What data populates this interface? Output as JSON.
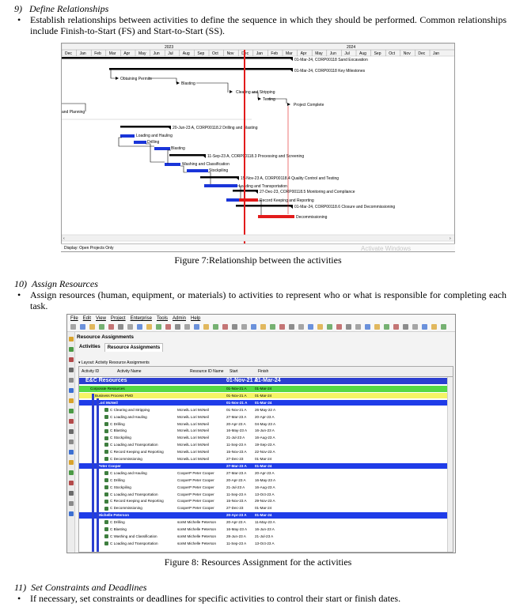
{
  "section9": {
    "title": "9)   Define Relationships",
    "bullet": "Establish relationships between activities to define the sequence in which they should be performed. Common relationships include Finish-to-Start (FS) and Start-to-Start (SS)."
  },
  "gantt": {
    "year_left": "2023",
    "year_right": "2024",
    "months": [
      "Dec",
      "Jan",
      "Feb",
      "Mar",
      "Apr",
      "May",
      "Jun",
      "Jul",
      "Aug",
      "Sep",
      "Oct",
      "Nov",
      "Dec",
      "Jan",
      "Feb",
      "Mar",
      "Apr",
      "May",
      "Jun",
      "Jul",
      "Aug",
      "Sep",
      "Oct",
      "Nov",
      "Dec",
      "Jan"
    ],
    "labels": {
      "sand": "01-Mar-24, CORP00118  Sand Excavation",
      "key": "01-Mar-24, CORP00118  Key Milestones",
      "obtaining": "Obtaining Permits",
      "blasting_top": "Blasting",
      "clearing": "Clearing and Stripping",
      "testing": "Testing",
      "project_complete": "Project Complete",
      "planning": "and Planning",
      "drilling_blasting": "20-Jun-23 A, CORP00118.2  Drilling and Blasting",
      "loading_hauling": "Loading and Hauling",
      "drilling": "Drilling",
      "blasting": "Blasting",
      "processing": "11-Sep-23 A, CORP00118.3  Processing and Screening",
      "washing": "Washing and Classification",
      "stockpiling": "Stockpiling",
      "quality": "15-Nov-23 A, CORP00118.4  Quality Control and Testing",
      "loading_transport": "Loading and Transportation",
      "monitoring": "27-Dec-23, CORP00118.5  Monitoring and Compliance",
      "record": "Record Keeping and Reporting",
      "closure": "01-Mar-24, CORP00118.6  Closure and Decommissioning",
      "decommissioning": "Decommissioning"
    },
    "status": "Display: Open Projects Only",
    "watermark": "Activate Windows"
  },
  "figure7_caption": "Figure 7:Relationship between the activities",
  "section10": {
    "title": "10)  Assign Resources",
    "bullet": "Assign resources (human, equipment, or materials) to activities to represent who or what is responsible for completing each task."
  },
  "p6": {
    "menu": [
      "File",
      "Edit",
      "View",
      "Project",
      "Enterprise",
      "Tools",
      "Admin",
      "Help"
    ],
    "panel_title": "Resource Assignments",
    "tabs": [
      "Activities",
      "Resource Assignments"
    ],
    "layout": "Layout: Activity Resource Assignments",
    "columns": [
      "Activity ID",
      "Activity Name",
      "Resource ID Name",
      "Start",
      "Finish"
    ],
    "rows": [
      {
        "type": "topblue",
        "name": "E&C Resources",
        "start": "01-Nov-21 A",
        "finish": "01-Mar-24"
      },
      {
        "type": "green",
        "name": "Corporate Resources",
        "start": "01-Nov-21 A",
        "finish": "01-Mar-24"
      },
      {
        "type": "yellow",
        "name": "Business Process PMO",
        "start": "01-Nov-21 A",
        "finish": "01-Mar-24"
      },
      {
        "type": "blue",
        "name": "Lori McNeil",
        "start": "01-Nov-21 A",
        "finish": "01-Mar-24"
      },
      {
        "type": "act",
        "name": "C Clearing and Stripping",
        "res": "McneilL Lori McNeil",
        "start": "01-Nov-21 A",
        "finish": "26-May-22 A"
      },
      {
        "type": "act",
        "name": "C Loading and Hauling",
        "res": "McneilL Lori McNeil",
        "start": "27-Mar-23 A",
        "finish": "20-Apr-23 A"
      },
      {
        "type": "act",
        "name": "C Drilling",
        "res": "McneilL Lori McNeil",
        "start": "20-Apr-23 A",
        "finish": "04-May-23 A"
      },
      {
        "type": "act",
        "name": "C Blasting",
        "res": "McneilL Lori McNeil",
        "start": "16-May-23 A",
        "finish": "16-Jun-23 A"
      },
      {
        "type": "act",
        "name": "C Stockpiling",
        "res": "McneilL Lori McNeil",
        "start": "21-Jul-23 A",
        "finish": "16-Aug-23 A"
      },
      {
        "type": "act",
        "name": "C Loading and Transportation",
        "res": "McneilL Lori McNeil",
        "start": "11-Sep-23 A",
        "finish": "19-Sep-23 A"
      },
      {
        "type": "act",
        "name": "C Record Keeping and Reporting",
        "res": "McneilL Lori McNeil",
        "start": "15-Nov-23 A",
        "finish": "22-Nov-23 A"
      },
      {
        "type": "act",
        "name": "C Decommissioning",
        "res": "McneilL Lori McNeil",
        "start": "27-Dec-23",
        "finish": "01-Mar-24"
      },
      {
        "type": "blue",
        "name": "Peter Cooper",
        "start": "27-Mar-23 A",
        "finish": "01-Mar-24"
      },
      {
        "type": "act",
        "name": "C Loading and Hauling",
        "res": "CooperP Peter Cooper",
        "start": "27-Mar-23 A",
        "finish": "20-Apr-23 A"
      },
      {
        "type": "act",
        "name": "C Drilling",
        "res": "CooperP Peter Cooper",
        "start": "20-Apr-23 A",
        "finish": "16-May-23 A"
      },
      {
        "type": "act",
        "name": "C Stockpiling",
        "res": "CooperP Peter Cooper",
        "start": "21-Jul-23 A",
        "finish": "16-Aug-23 A"
      },
      {
        "type": "act",
        "name": "C Loading and Transportation",
        "res": "CooperP Peter Cooper",
        "start": "11-Sep-23 A",
        "finish": "13-Oct-23 A"
      },
      {
        "type": "act",
        "name": "C Record Keeping and Reporting",
        "res": "CooperP Peter Cooper",
        "start": "15-Nov-23 A",
        "finish": "29-Nov-23 A"
      },
      {
        "type": "act",
        "name": "C Decommissioning",
        "res": "CooperP Peter Cooper",
        "start": "27-Dec-23",
        "finish": "01-Mar-24"
      },
      {
        "type": "blue",
        "name": "Michelle Peterson",
        "start": "20-Apr-23 A",
        "finish": "01-Mar-24"
      },
      {
        "type": "act",
        "name": "C Drilling",
        "res": "sonM Michelle Peterson",
        "start": "20-Apr-23 A",
        "finish": "11-May-23 A"
      },
      {
        "type": "act",
        "name": "C Blasting",
        "res": "sonM Michelle Peterson",
        "start": "16-May-23 A",
        "finish": "16-Jun-23 A"
      },
      {
        "type": "act",
        "name": "C Washing and Classification",
        "res": "sonM Michelle Peterson",
        "start": "28-Jun-23 A",
        "finish": "21-Jul-23 A"
      },
      {
        "type": "act",
        "name": "C Loading and Transportation",
        "res": "sonM Michelle Peterson",
        "start": "11-Sep-23 A",
        "finish": "13-Oct-23 A"
      }
    ]
  },
  "figure8_caption": "Figure 8: Resources Assignment for the activities",
  "section11": {
    "title": "11)  Set Constraints and Deadlines",
    "bullet": "If necessary, set constraints or deadlines for specific activities to control their start or finish dates."
  }
}
